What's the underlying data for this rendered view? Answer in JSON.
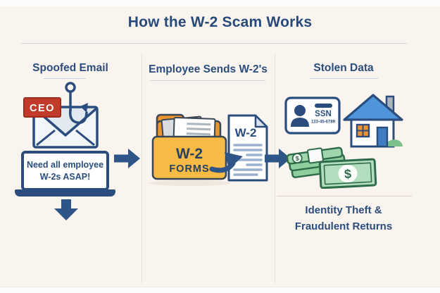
{
  "title": "How the W-2 Scam Works",
  "sections": {
    "spoofed_email": {
      "heading": "Spoofed Email",
      "ceo_badge_label": "CEO",
      "laptop_message_line1": "Need all employee",
      "laptop_message_line2": "W-2s ASAP!"
    },
    "employee_sends": {
      "heading": "Employee Sends W-2's",
      "folder_label_top": "W-2",
      "folder_label_bottom": "FORMS",
      "document_title": "W-2"
    },
    "stolen_data": {
      "heading": "Stolen Data",
      "ssn_card_label": "SSN",
      "ssn_card_number": "123-45-6789",
      "dollar_sign": "$",
      "caption_line1": "Identity Theft &",
      "caption_line2": "Fraudulent Returns"
    }
  },
  "colors": {
    "navy_text": "#2B4D7E",
    "title_navy": "#27497C",
    "arrow_blue": "#2D5587",
    "background_cream": "#FAF4EE",
    "ceo_red": "#C23B2A",
    "folder_front_orange": "#F6BA45",
    "folder_back_orange": "#E8952F",
    "roof_blue": "#4E95D9",
    "window_orange": "#F0922A",
    "door_blue": "#3E7EC0",
    "bush_green": "#7CC08B",
    "money_green_dark": "#2E6B49",
    "money_green_light": "#B3DEBE"
  }
}
